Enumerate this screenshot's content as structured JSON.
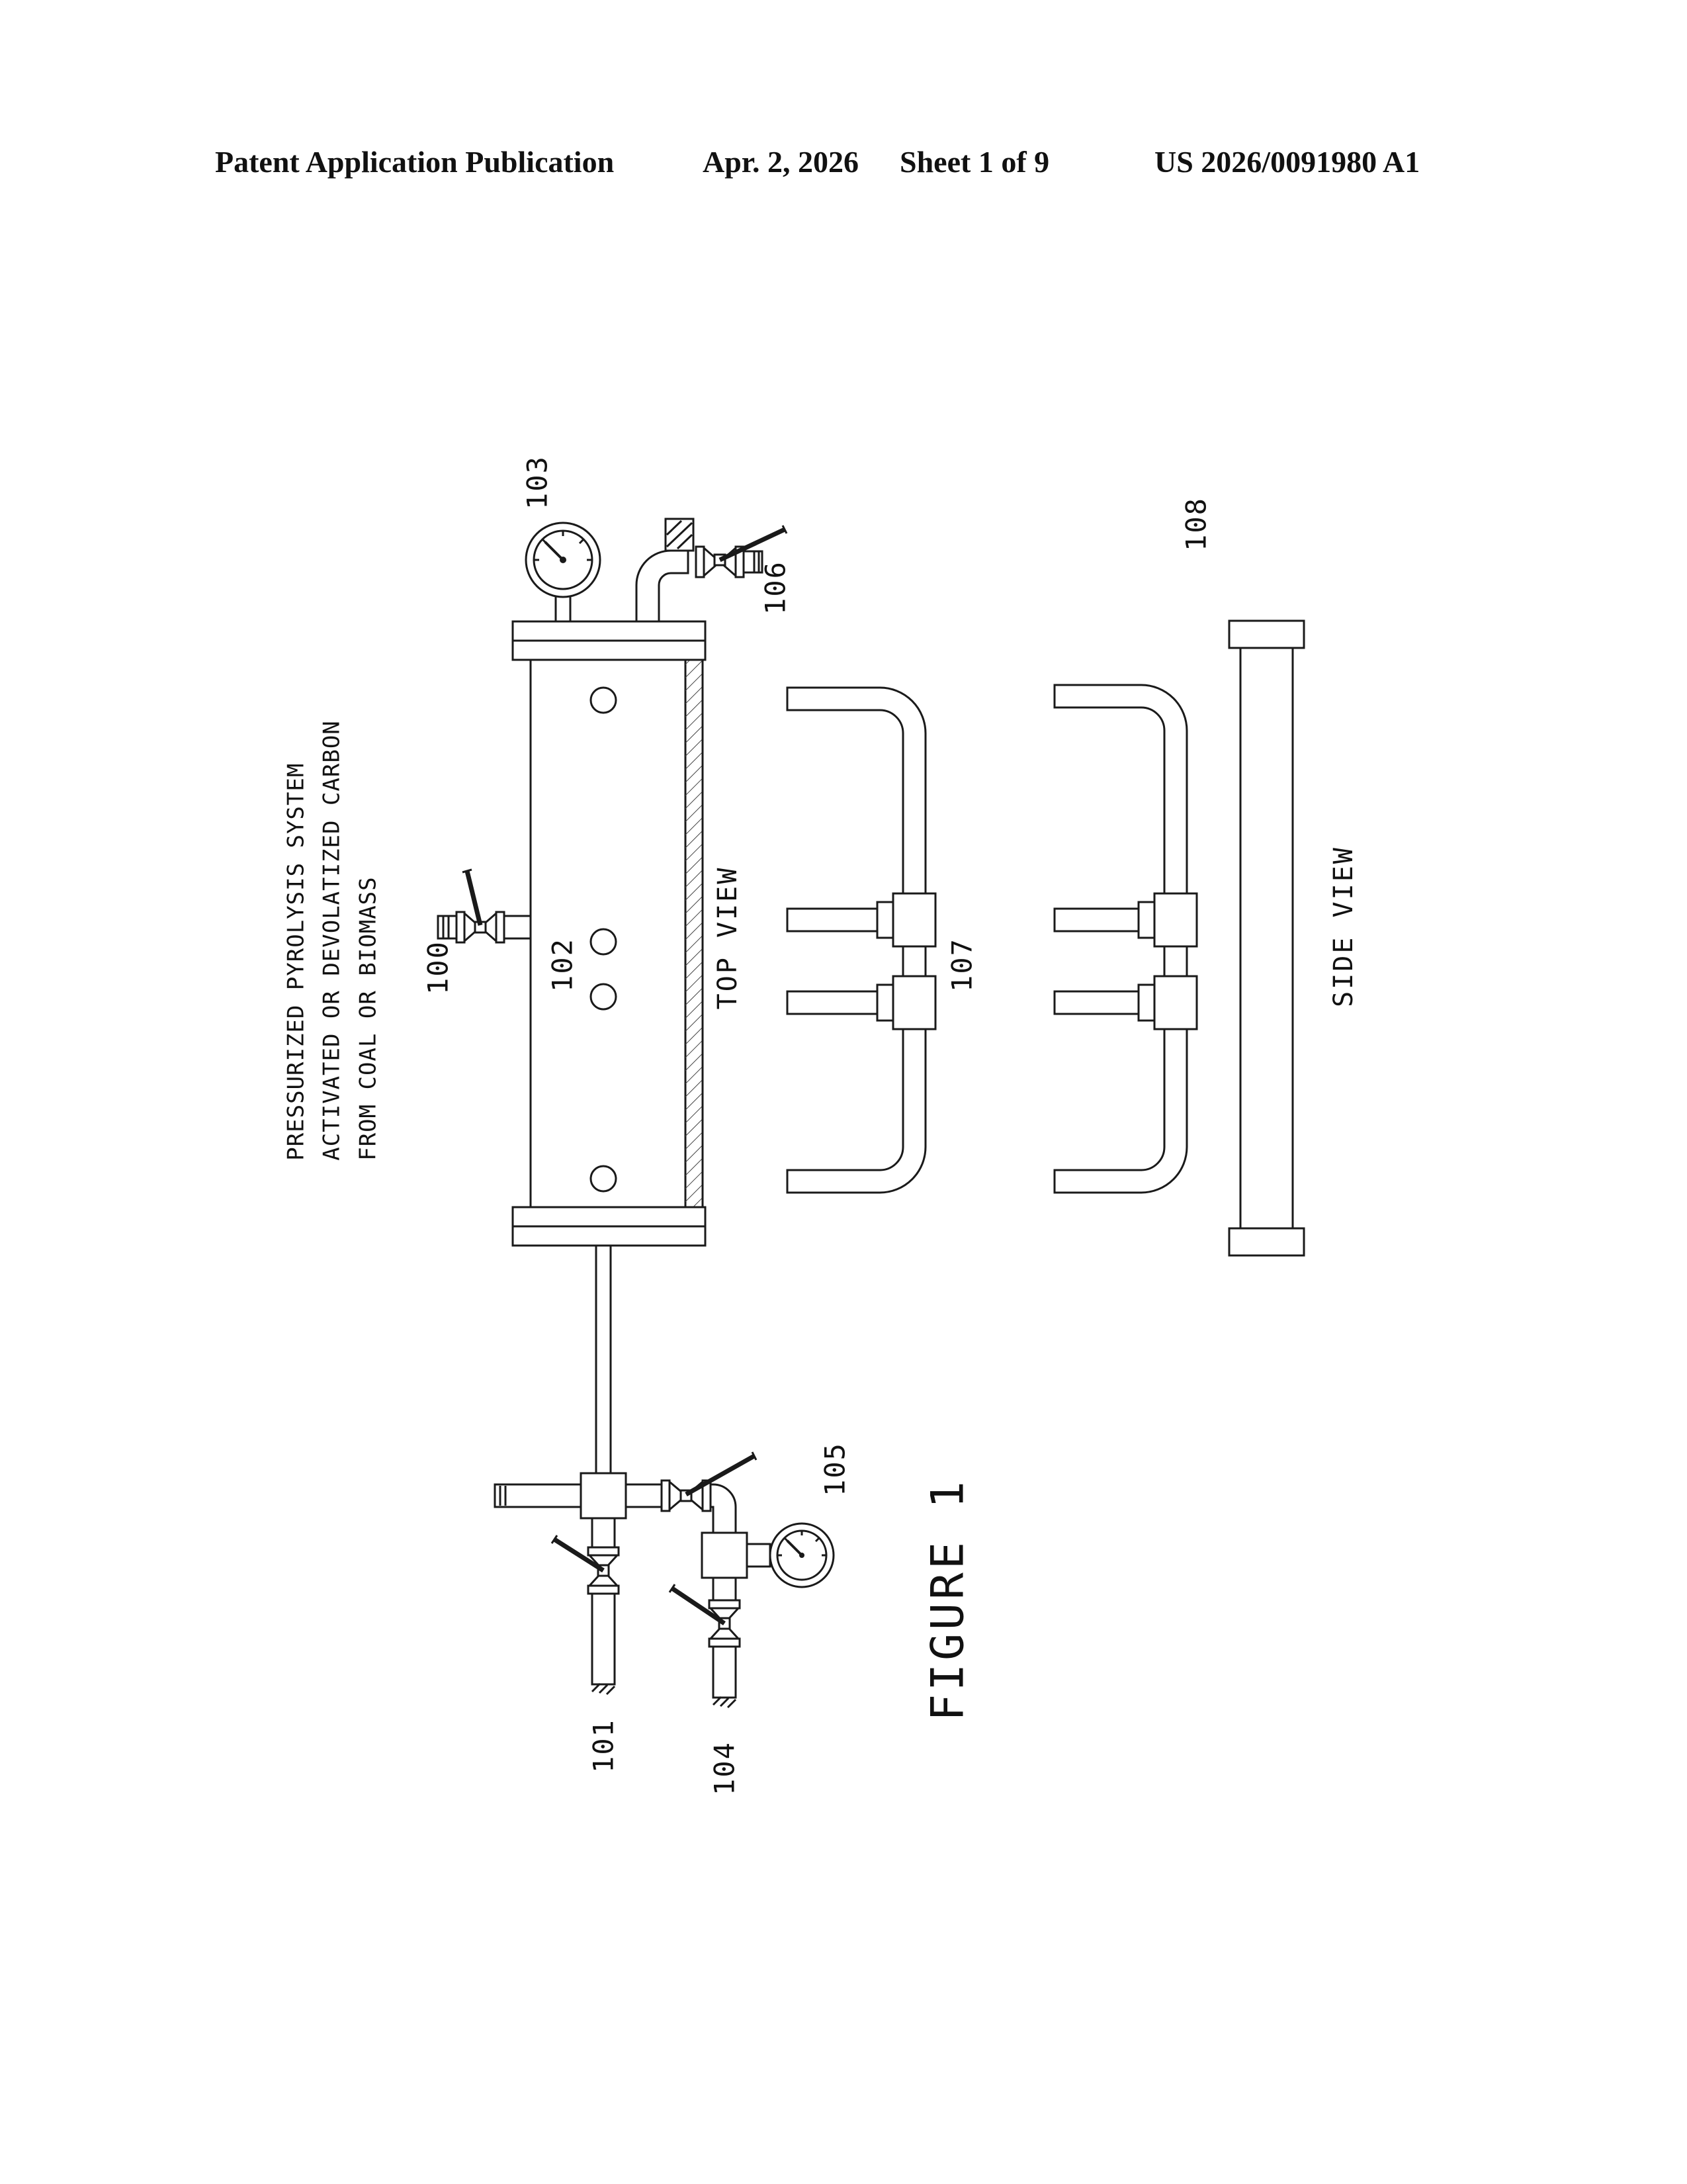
{
  "header": {
    "publication": "Patent Application Publication",
    "date": "Apr. 2, 2026",
    "sheet": "Sheet 1 of 9",
    "patent_number": "US 2026/0091980 A1"
  },
  "drawing": {
    "title_lines": {
      "line1": "PRESSURIZED PYROLYSIS SYSTEM",
      "line2": "ACTIVATED OR DEVOLATIZED CARBON",
      "line3": "FROM COAL OR BIOMASS"
    },
    "views": {
      "top": "TOP VIEW",
      "side": "SIDE VIEW"
    },
    "figure_caption": "FIGURE 1",
    "refs": {
      "n100": "100",
      "n101": "101",
      "n102": "102",
      "n103": "103",
      "n104": "104",
      "n105": "105",
      "n106": "106",
      "n107": "107",
      "n108": "108"
    }
  }
}
